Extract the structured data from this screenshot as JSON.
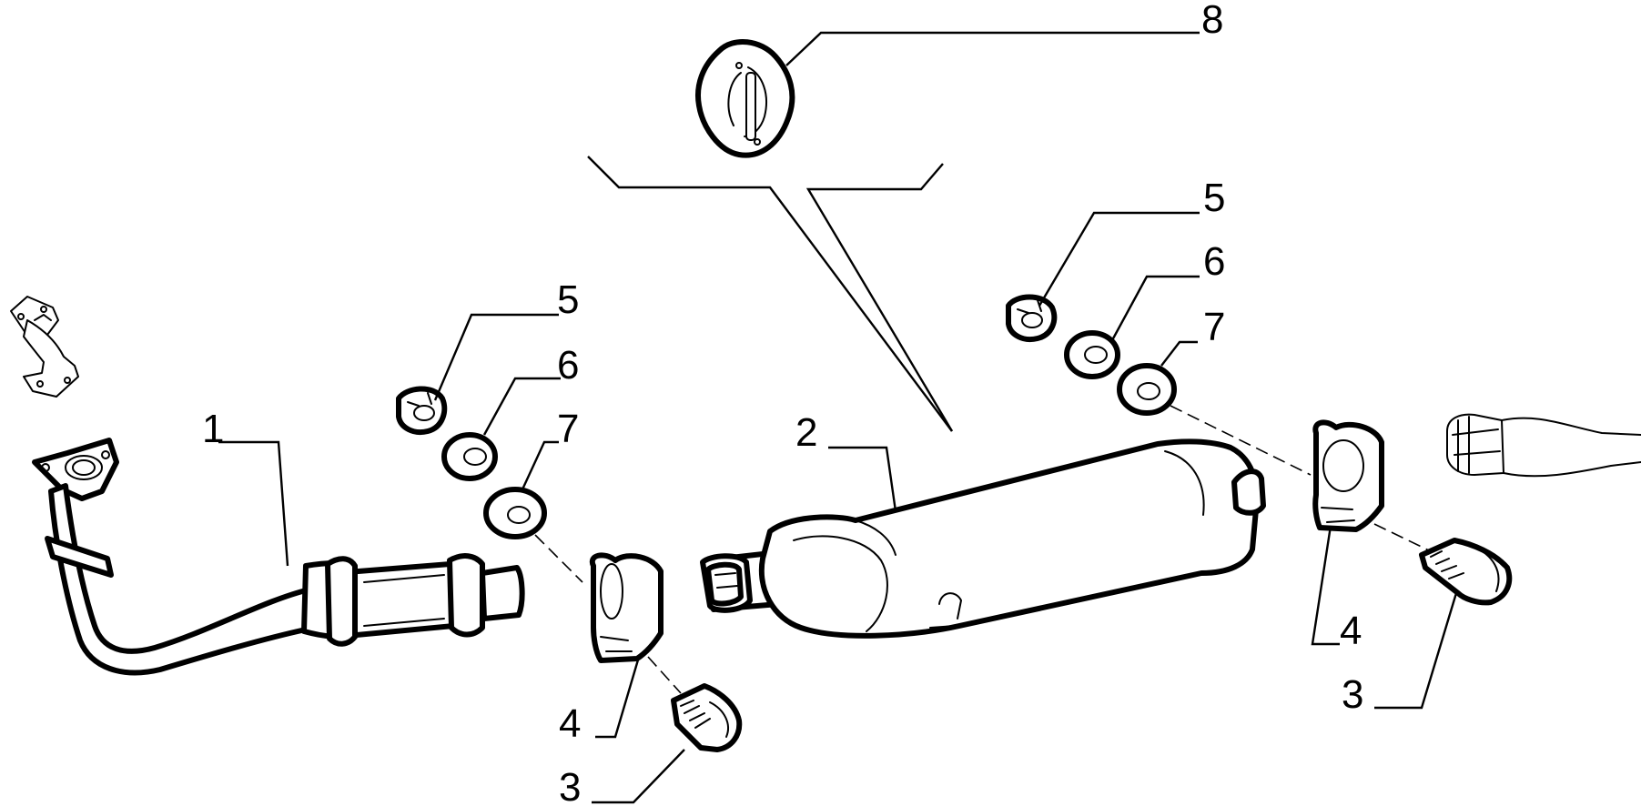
{
  "callouts": {
    "c1": "1",
    "c2": "2",
    "c3_left": "3",
    "c3_right": "3",
    "c4_left": "4",
    "c4_right": "4",
    "c5_left": "5",
    "c5_right": "5",
    "c6_left": "6",
    "c6_right": "6",
    "c7_left": "7",
    "c7_right": "7",
    "c8": "8"
  }
}
